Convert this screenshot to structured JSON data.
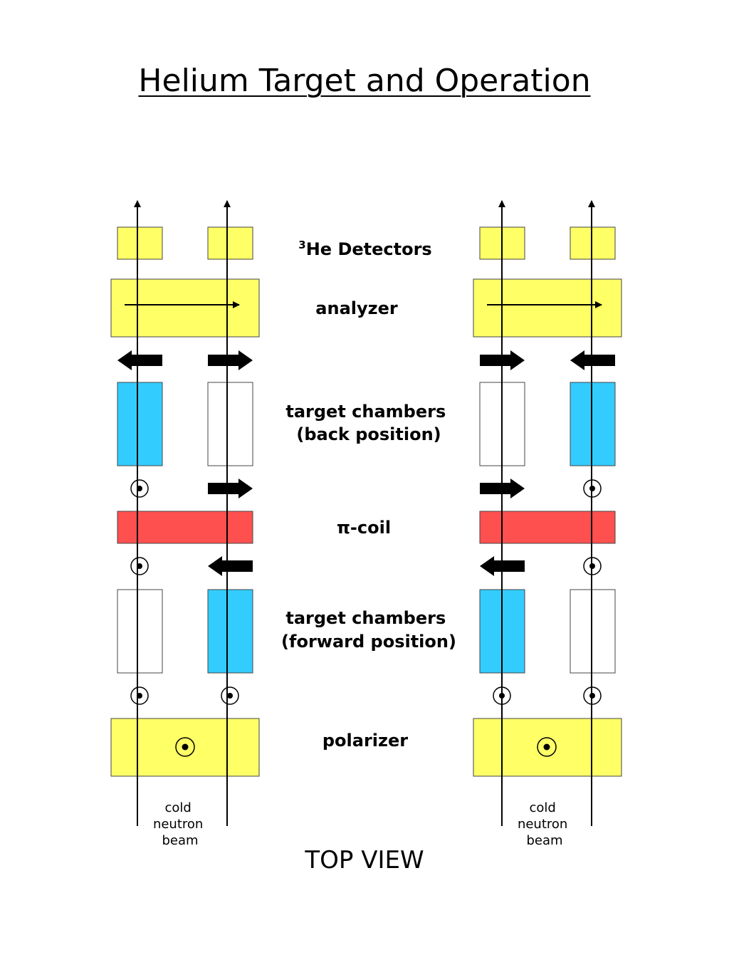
{
  "title": "Helium Target and Operation",
  "labels": {
    "detectors_sup": "3",
    "detectors": "He Detectors",
    "analyzer": "analyzer",
    "target_back_1": "target chambers",
    "target_back_2": "(back position)",
    "pi_coil": "π-coil",
    "target_forward_1": "target chambers",
    "target_forward_2": "(forward position)",
    "polarizer": "polarizer"
  },
  "beam_label": [
    "cold",
    "neutron",
    "beam"
  ],
  "footer": "TOP VIEW",
  "colors": {
    "detector": "#ffff66",
    "analyzer": "#ffff66",
    "polarizer": "#ffff66",
    "chamber_filled": "#33ccff",
    "chamber_empty": "#ffffff",
    "pi_coil": "#ff5050",
    "line": "#000000"
  }
}
